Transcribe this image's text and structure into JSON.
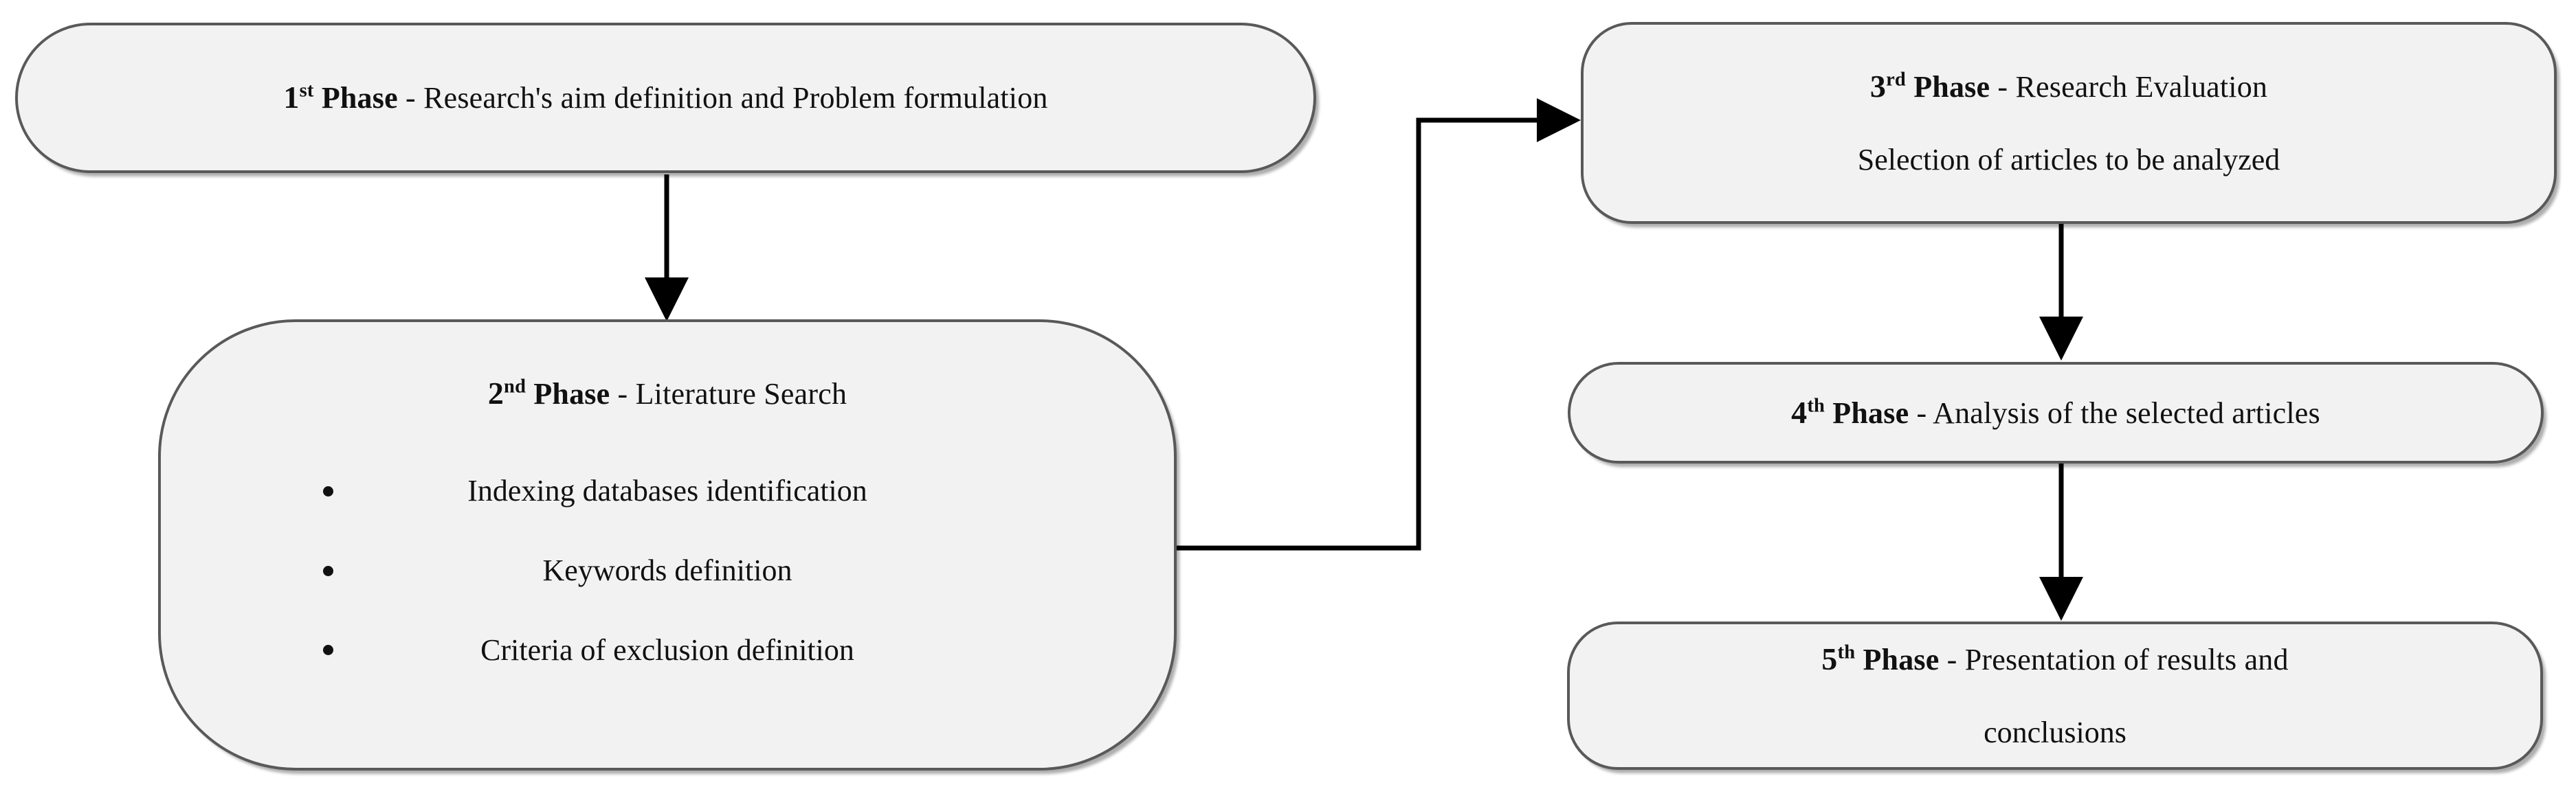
{
  "diagram": {
    "title": "Research methodology phases flowchart",
    "colors": {
      "node_fill": "#f2f2f2",
      "node_border": "#595959",
      "connector": "#000000",
      "text": "#111111",
      "background": "#ffffff"
    },
    "nodes": [
      {
        "id": "phase-1",
        "ordinal": "1",
        "ordinal_suffix": "st",
        "phase_word": "Phase",
        "separator": " - ",
        "title": "Research's aim definition and Problem formulation",
        "subtitle": "",
        "bullets": []
      },
      {
        "id": "phase-2",
        "ordinal": "2",
        "ordinal_suffix": "nd",
        "phase_word": "Phase",
        "separator": " - ",
        "title": "Literature Search",
        "subtitle": "",
        "bullets": [
          "Indexing databases identification",
          "Keywords definition",
          "Criteria of exclusion definition"
        ]
      },
      {
        "id": "phase-3",
        "ordinal": "3",
        "ordinal_suffix": "rd",
        "phase_word": "Phase",
        "separator": " - ",
        "title": "Research Evaluation",
        "subtitle": "Selection of articles to be analyzed",
        "bullets": []
      },
      {
        "id": "phase-4",
        "ordinal": "4",
        "ordinal_suffix": "th",
        "phase_word": "Phase",
        "separator": " - ",
        "title": "Analysis of the selected articles",
        "subtitle": "",
        "bullets": []
      },
      {
        "id": "phase-5",
        "ordinal": "5",
        "ordinal_suffix": "th",
        "phase_word": "Phase",
        "separator": " - ",
        "title": "Presentation of results and",
        "subtitle": "conclusions",
        "bullets": []
      }
    ],
    "connectors": [
      {
        "id": "c1",
        "from": "phase-1",
        "to": "phase-2",
        "kind": "straight-down"
      },
      {
        "id": "c2",
        "from": "phase-2",
        "to": "phase-3",
        "kind": "elbow-right-up"
      },
      {
        "id": "c3",
        "from": "phase-3",
        "to": "phase-4",
        "kind": "straight-down"
      },
      {
        "id": "c4",
        "from": "phase-4",
        "to": "phase-5",
        "kind": "straight-down"
      }
    ]
  }
}
